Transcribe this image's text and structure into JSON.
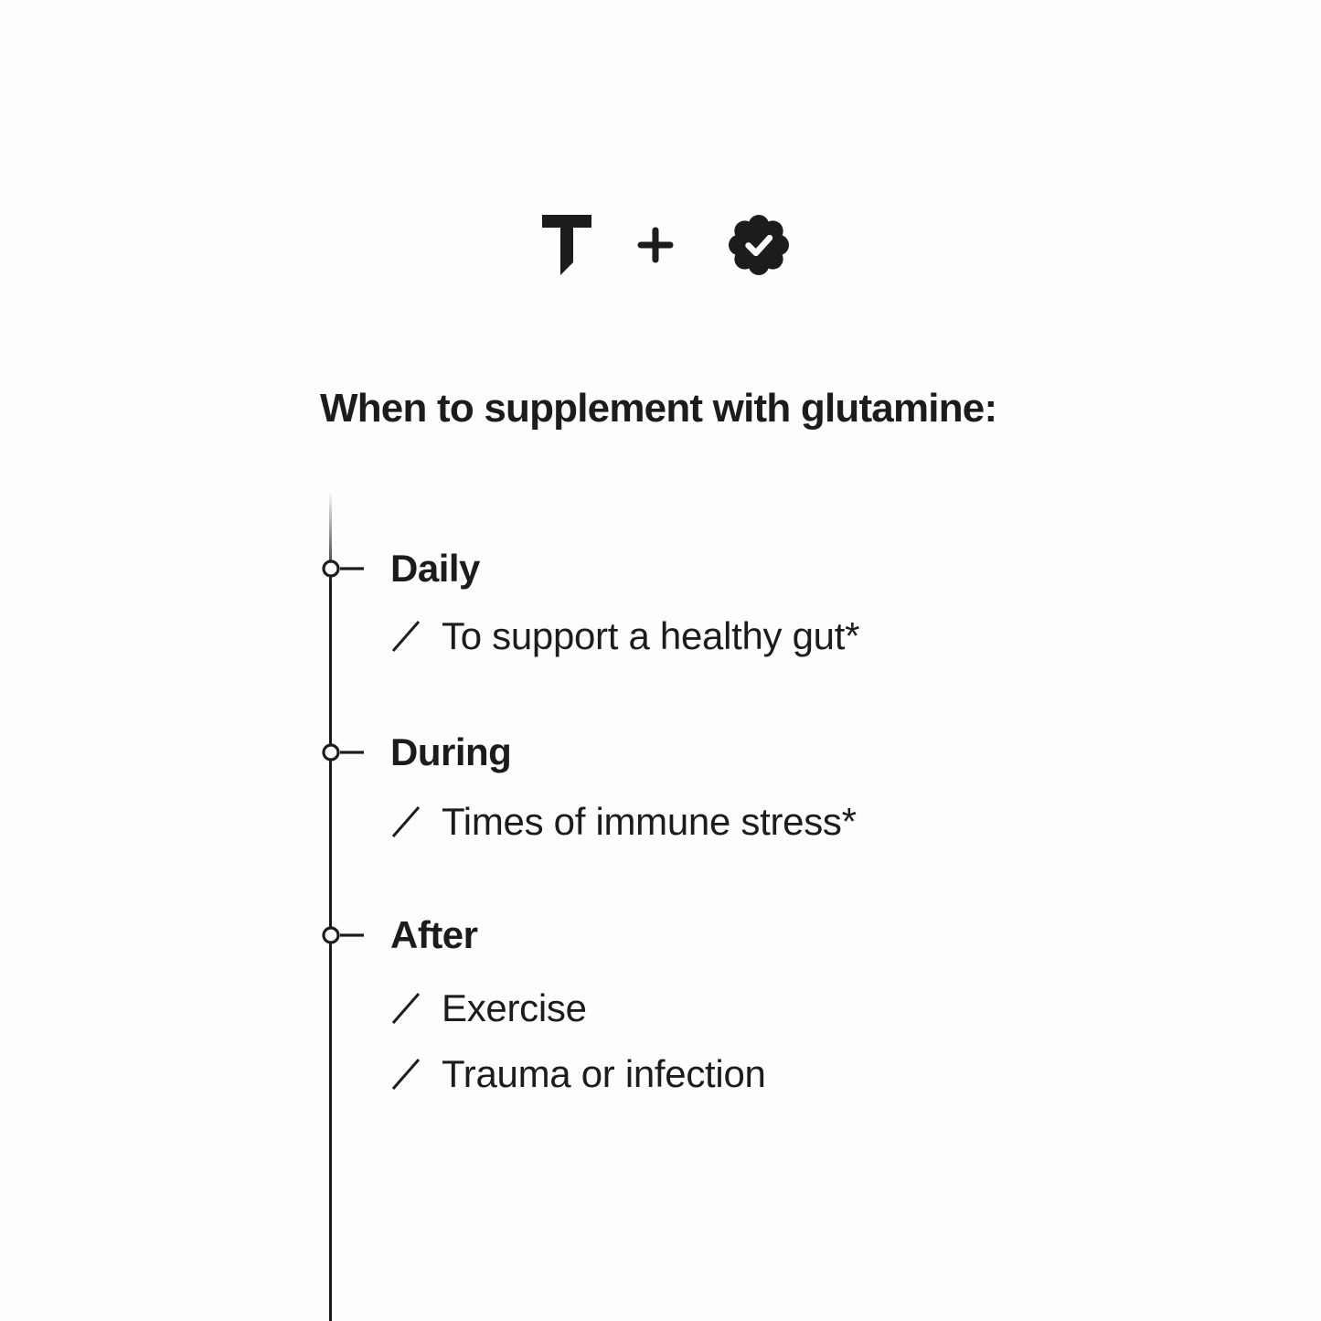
{
  "colors": {
    "background": "#fdfdfd",
    "ink": "#1c1c1c"
  },
  "brand_lockup": {
    "logo": "thorne-t-logo-icon",
    "separator": "plus-icon",
    "badge": "verified-badge-icon"
  },
  "heading": "When to supplement with glutamine:",
  "timeline": {
    "bullet_icon": "slash-bullet-icon",
    "node_icon": "timeline-node-icon",
    "sections": [
      {
        "title": "Daily",
        "items": [
          "To support a healthy gut*"
        ]
      },
      {
        "title": "During",
        "items": [
          "Times of immune stress*"
        ]
      },
      {
        "title": "After",
        "items": [
          "Exercise",
          "Trauma or infection"
        ]
      }
    ]
  }
}
